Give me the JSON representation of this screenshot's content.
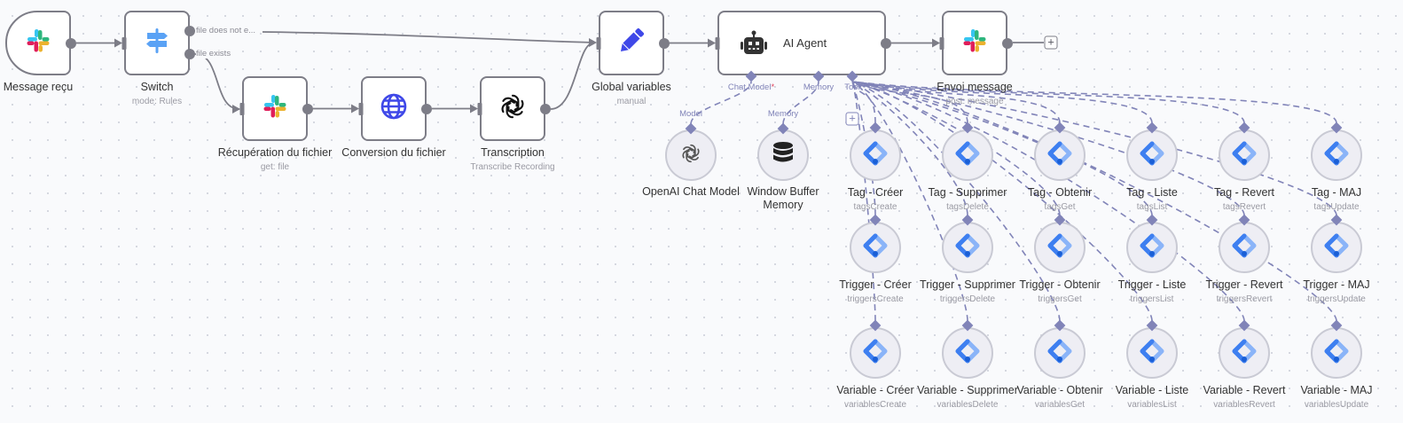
{
  "canvas": {
    "type": "workflow-editor"
  },
  "colors": {
    "main_edge": "#7d7d87",
    "ai_edge": "#8184b8",
    "required": "#e0405a",
    "slack": [
      "#36c5f0",
      "#2eb67d",
      "#e01e5a",
      "#ecb22e"
    ],
    "http_globe": "#3f48e8",
    "pen": "#3f48e8",
    "switch": "#5aa2f5",
    "gtm_dark": "#3e7ff0",
    "gtm_light": "#8ab4f8"
  },
  "main_nodes": [
    {
      "id": "message-recu",
      "title": "Message reçu",
      "subtitle": "",
      "icon": "slack-icon"
    },
    {
      "id": "switch",
      "title": "Switch",
      "subtitle": "mode: Rules",
      "icon": "switch-signpost-icon",
      "outputs": [
        "file does not e...",
        "file exists"
      ]
    },
    {
      "id": "recuperation",
      "title": "Récupération du fichier",
      "subtitle": "get: file",
      "icon": "slack-icon"
    },
    {
      "id": "conversion",
      "title": "Conversion du fichier",
      "subtitle": "",
      "icon": "globe-icon"
    },
    {
      "id": "transcription",
      "title": "Transcription",
      "subtitle": "Transcribe Recording",
      "icon": "openai-icon"
    },
    {
      "id": "global-variables",
      "title": "Global variables",
      "subtitle": "manual",
      "icon": "pencil-icon"
    },
    {
      "id": "ai-agent",
      "title": "AI Agent",
      "subtitle": "",
      "icon": "robot-icon",
      "ports": [
        {
          "label": "Chat Model",
          "required": "*"
        },
        {
          "label": "Memory",
          "required": ""
        },
        {
          "label": "Tool",
          "required": ""
        }
      ]
    },
    {
      "id": "envoi-message",
      "title": "Envoi message",
      "subtitle": "post: message",
      "icon": "slack-icon"
    }
  ],
  "sub_nodes": [
    {
      "title": "OpenAI Chat Model",
      "subtitle": "",
      "port_label": "Model",
      "icon": "openai-icon"
    },
    {
      "title": "Window Buffer\nMemory",
      "subtitle": "",
      "port_label": "Memory",
      "icon": "database-icon"
    }
  ],
  "tools": [
    [
      {
        "title": "Tag - Créer",
        "subtitle": "tagsCreate"
      },
      {
        "title": "Tag - Supprimer",
        "subtitle": "tagsDelete"
      },
      {
        "title": "Tag - Obtenir",
        "subtitle": "tagsGet"
      },
      {
        "title": "Tag - Liste",
        "subtitle": "tagsList"
      },
      {
        "title": "Tag - Revert",
        "subtitle": "tagsRevert"
      },
      {
        "title": "Tag - MAJ",
        "subtitle": "tagsUpdate"
      }
    ],
    [
      {
        "title": "Trigger - Créer",
        "subtitle": "triggersCreate"
      },
      {
        "title": "Trigger - Supprimer",
        "subtitle": "triggersDelete"
      },
      {
        "title": "Trigger - Obtenir",
        "subtitle": "triggersGet"
      },
      {
        "title": "Trigger - Liste",
        "subtitle": "triggersList"
      },
      {
        "title": "Trigger - Revert",
        "subtitle": "triggersRevert"
      },
      {
        "title": "Trigger - MAJ",
        "subtitle": "triggersUpdate"
      }
    ],
    [
      {
        "title": "Variable - Créer",
        "subtitle": "variablesCreate"
      },
      {
        "title": "Variable - Supprimer",
        "subtitle": "variablesDelete"
      },
      {
        "title": "Variable - Obtenir",
        "subtitle": "variablesGet"
      },
      {
        "title": "Variable - Liste",
        "subtitle": "variablesList"
      },
      {
        "title": "Variable - Revert",
        "subtitle": "variablesRevert"
      },
      {
        "title": "Variable - MAJ",
        "subtitle": "variablesUpdate"
      }
    ]
  ],
  "tool_icon": "google-tag-manager-icon",
  "add_buttons": {
    "end_of_flow": "+",
    "add_tool": "+"
  }
}
